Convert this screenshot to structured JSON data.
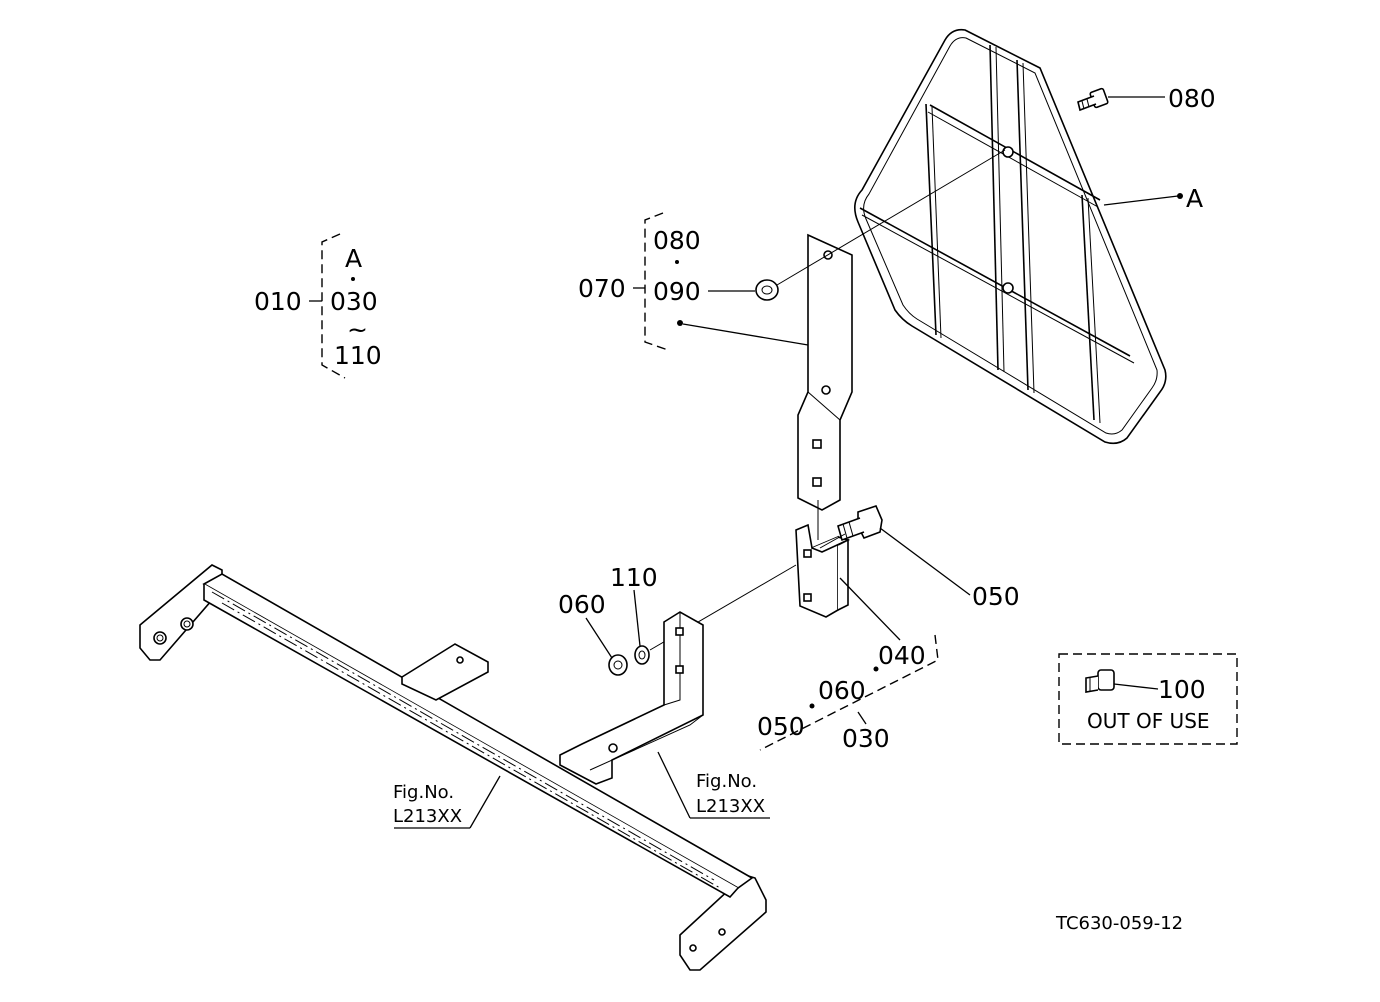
{
  "diagram": {
    "drawing_id": "TC630-059-12",
    "group_010": {
      "parent": "010",
      "top": "A",
      "mid": "030",
      "tilde": "~",
      "bottom": "110"
    },
    "group_070": {
      "parent": "070",
      "top": "080",
      "mid": "090"
    },
    "callouts": {
      "p080": "080",
      "pA": "A",
      "p050": "050",
      "p040": "040",
      "p060": "060",
      "p110": "110",
      "p100": "100"
    },
    "kit_030": {
      "a": "050",
      "b": "060",
      "total": "030"
    },
    "out_of_use": "OUT OF USE",
    "fig_refs": [
      {
        "line1": "Fig.No.",
        "line2": "L213XX"
      },
      {
        "line1": "Fig.No.",
        "line2": "L213XX"
      }
    ]
  }
}
